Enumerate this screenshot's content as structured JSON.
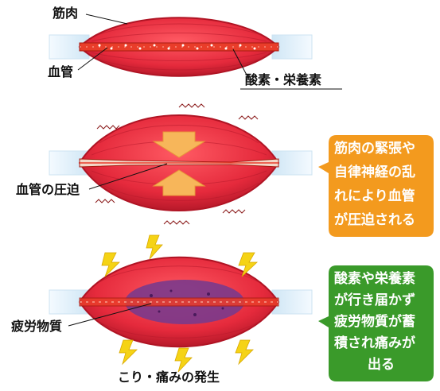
{
  "panels": {
    "top": {
      "label_muscle": "筋肉",
      "label_vessel": "血管",
      "label_nutrients": "酸素・栄養素"
    },
    "middle": {
      "label_compression": "血管の圧迫",
      "callout_lines": [
        "筋肉の緊張や",
        "自律神経の乱",
        "れにより血管",
        "が圧迫される"
      ],
      "callout_color": "#f39a1e"
    },
    "bottom": {
      "label_fatigue": "疲労物質",
      "callout_lines": [
        "酸素や栄養素",
        "が行き届かず",
        "疲労物質が蓄",
        "積され痛みが",
        "出る"
      ],
      "callout_color": "#3a9a2a",
      "caption": "こり・痛みの発生"
    }
  },
  "colors": {
    "muscle": "#e52a3c",
    "muscle_dark": "#c01828",
    "tendon": "#ddeef8",
    "vessel": "#e93d2a",
    "arrow": "#f7b65a",
    "lightning": "#f5d315",
    "fatigue": "#7a3a8c",
    "squiggle": "#8a1a1a"
  }
}
